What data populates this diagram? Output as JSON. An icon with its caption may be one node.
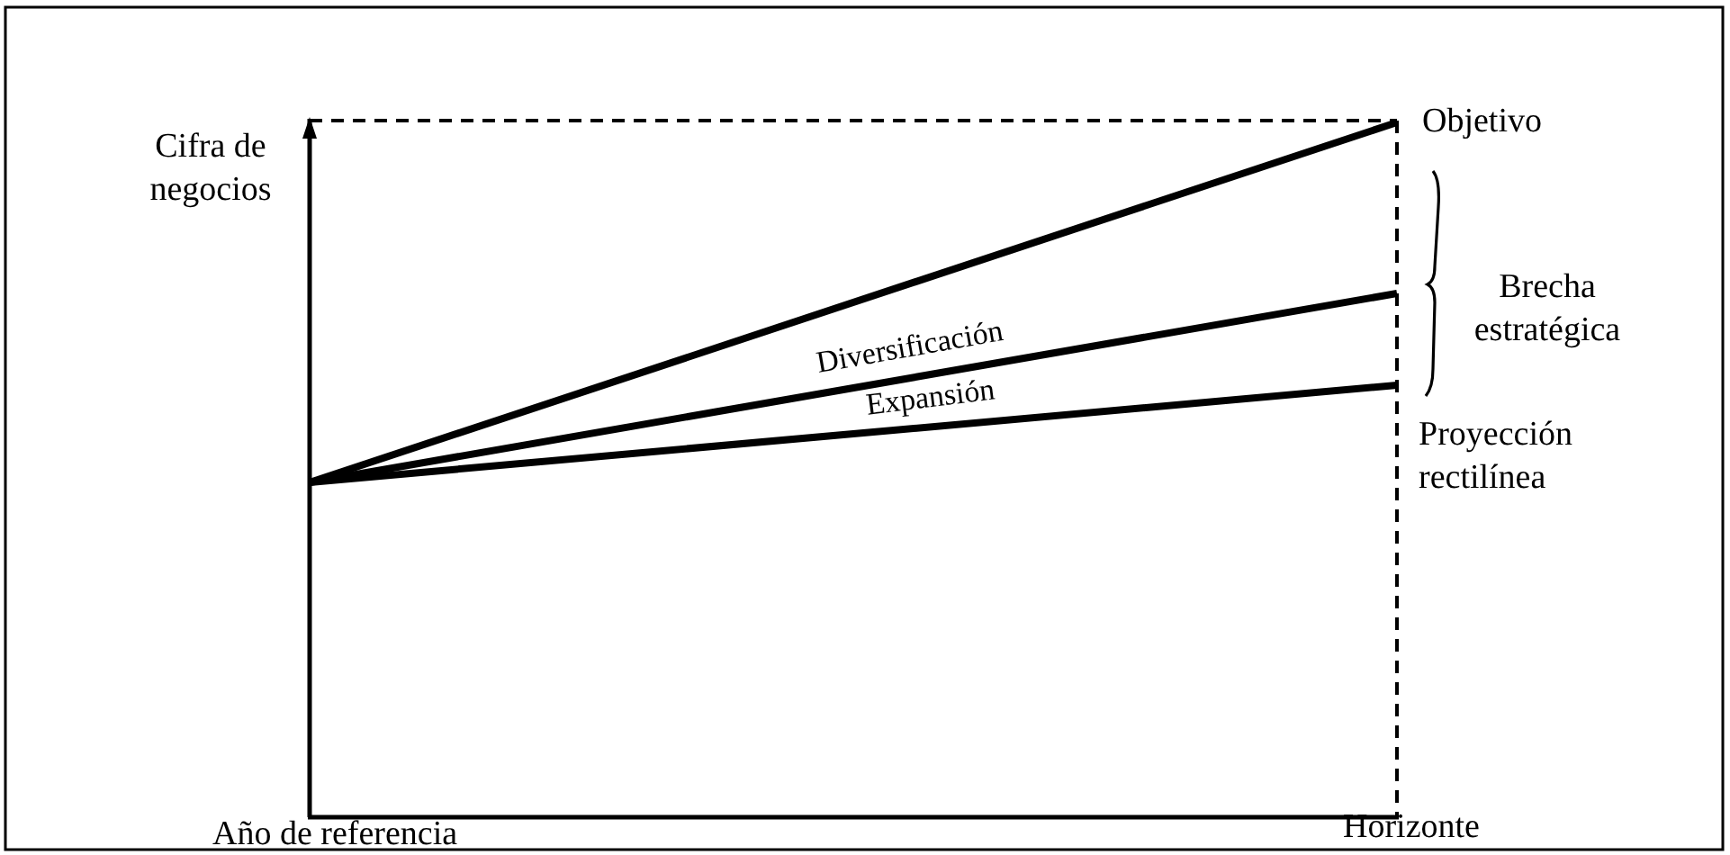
{
  "diagram": {
    "labels": [
      "Cifra de negocios",
      "Objetivo",
      "Brecha estratégica",
      "Diversificación",
      "Expansión",
      "Proyección rectilínea",
      "Año de referencia",
      "Horizonte"
    ]
  }
}
